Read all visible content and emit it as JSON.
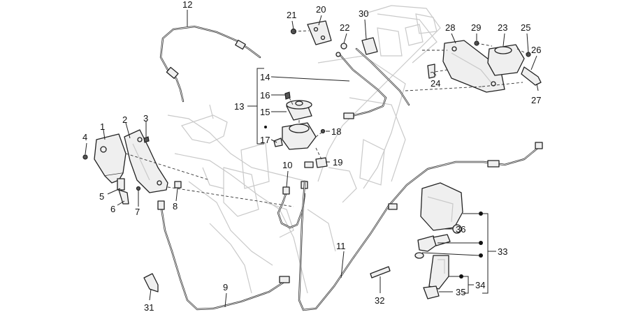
{
  "callouts": {
    "c1": "1",
    "c2": "2",
    "c3": "3",
    "c4": "4",
    "c5": "5",
    "c6": "6",
    "c7": "7",
    "c8": "8",
    "c9": "9",
    "c10": "10",
    "c11": "11",
    "c12": "12",
    "c13": "13",
    "c14": "14",
    "c15": "15",
    "c16": "16",
    "c17": "17",
    "c18": "18",
    "c19": "19",
    "c20": "20",
    "c21": "21",
    "c22": "22",
    "c23": "23",
    "c24": "24",
    "c25": "25",
    "c26": "26",
    "c27": "27",
    "c28": "28",
    "c29": "29",
    "c30": "30",
    "c31": "31",
    "c32": "32",
    "c33": "33",
    "c34": "34",
    "c35": "35",
    "c36": "36"
  },
  "colors": {
    "line": "#222222",
    "ghost": "#c9c9c9",
    "background": "#ffffff"
  }
}
